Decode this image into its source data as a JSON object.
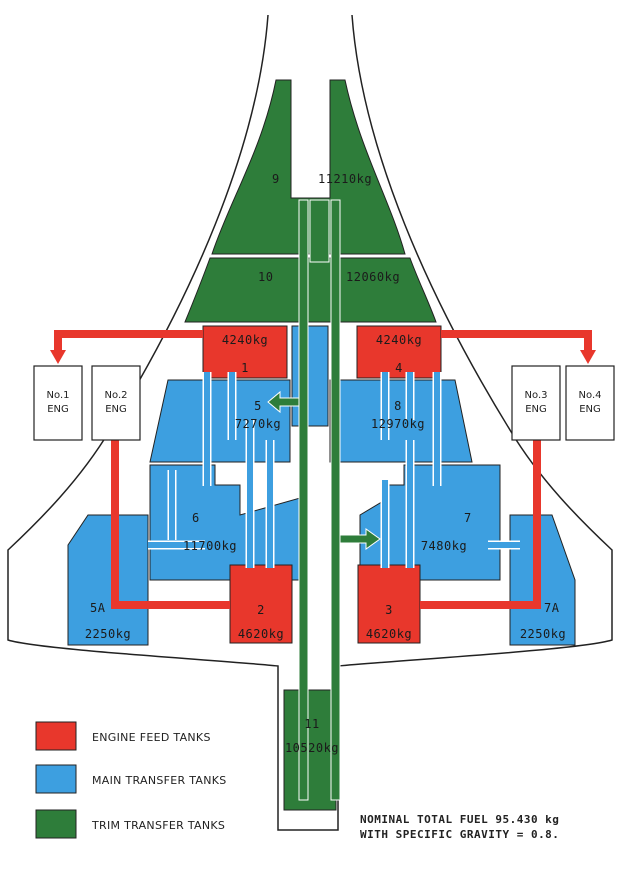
{
  "colors": {
    "engine_feed": "#e8372c",
    "main_transfer": "#3d9fe0",
    "trim_transfer": "#2e7d3a",
    "outline": "#222222"
  },
  "tanks": {
    "t1": {
      "number": "1",
      "mass": "4240kg"
    },
    "t2": {
      "number": "2",
      "mass": "4620kg"
    },
    "t3": {
      "number": "3",
      "mass": "4620kg"
    },
    "t4": {
      "number": "4",
      "mass": "4240kg"
    },
    "t5": {
      "number": "5",
      "mass": "7270kg"
    },
    "t5a": {
      "number": "5A",
      "mass": "2250kg"
    },
    "t6": {
      "number": "6",
      "mass": "11700kg"
    },
    "t7": {
      "number": "7",
      "mass": "7480kg"
    },
    "t7a": {
      "number": "7A",
      "mass": "2250kg"
    },
    "t8": {
      "number": "8",
      "mass": "12970kg"
    },
    "t9": {
      "number": "9",
      "mass": "11210kg"
    },
    "t10": {
      "number": "10",
      "mass": "12060kg"
    },
    "t11": {
      "number": "11",
      "mass": "10520kg"
    }
  },
  "engines": [
    {
      "line1": "No.1",
      "line2": "ENG"
    },
    {
      "line1": "No.2",
      "line2": "ENG"
    },
    {
      "line1": "No.3",
      "line2": "ENG"
    },
    {
      "line1": "No.4",
      "line2": "ENG"
    }
  ],
  "legend": {
    "engine_feed": "ENGINE FEED TANKS",
    "main_transfer": "MAIN TRANSFER TANKS",
    "trim_transfer": "TRIM TRANSFER TANKS"
  },
  "note": {
    "line1": "NOMINAL TOTAL FUEL 95.430 kg",
    "line2": "WITH SPECIFIC GRAVITY = 0.8."
  }
}
